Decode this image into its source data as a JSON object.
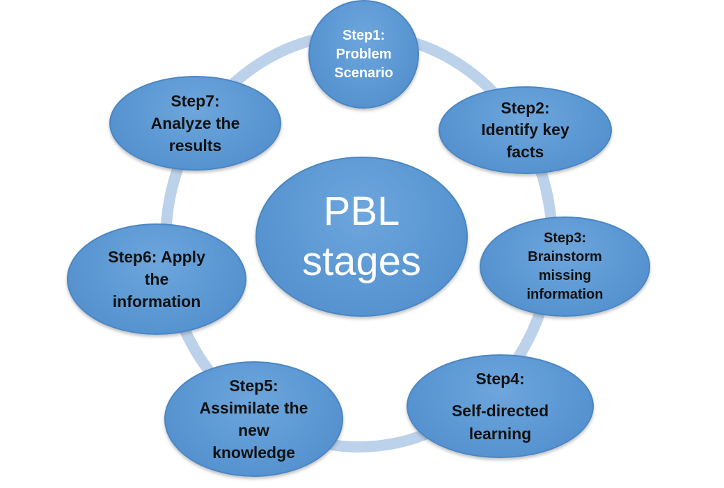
{
  "center": {
    "line1": "PBL",
    "line2": "stages"
  },
  "steps": [
    {
      "line1": "Step1:",
      "line2": "Problem",
      "line3": "Scenario"
    },
    {
      "line1": "Step2:",
      "line2": "Identify key",
      "line3": "facts"
    },
    {
      "line1": "Step3:",
      "line2": "Brainstorm",
      "line3": "missing",
      "line4": "information"
    },
    {
      "line1": "Step4:",
      "line2": "Self-directed",
      "line3": "learning"
    },
    {
      "line1": "Step5:",
      "line2": "Assimilate the",
      "line3": "new",
      "line4": "knowledge"
    },
    {
      "line1": "Step6: Apply",
      "line2": "the",
      "line3": "information"
    },
    {
      "line1": "Step7:",
      "line2": "Analyze the",
      "line3": "results"
    }
  ],
  "colors": {
    "node_fill": "#5b9bd5",
    "ring": "#bcd1ea",
    "node_text_dark": "#111111",
    "node_text_light": "#ffffff"
  }
}
